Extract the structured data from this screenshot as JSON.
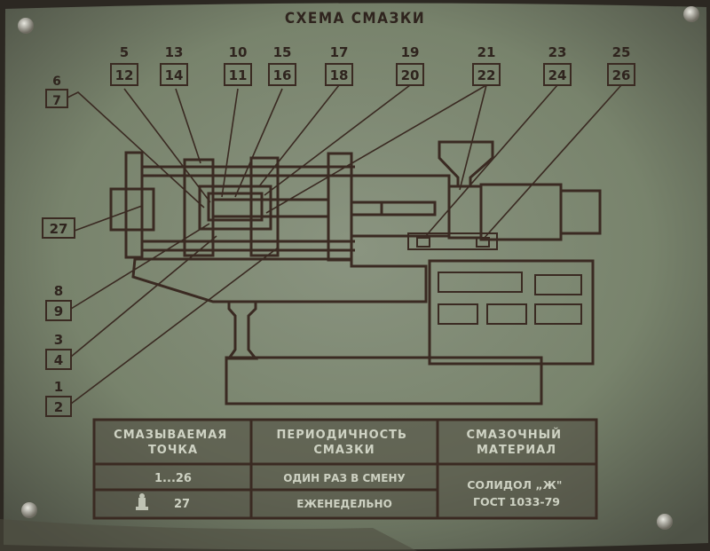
{
  "title": "СХЕМА СМАЗКИ",
  "callouts_top": [
    {
      "top": "5",
      "bottom": "12"
    },
    {
      "top": "13",
      "bottom": "14"
    },
    {
      "top": "10",
      "bottom": "11"
    },
    {
      "top": "15",
      "bottom": "16"
    },
    {
      "top": "17",
      "bottom": "18"
    },
    {
      "top": "19",
      "bottom": "20"
    },
    {
      "top": "21",
      "bottom": "22"
    },
    {
      "top": "23",
      "bottom": "24"
    },
    {
      "top": "25",
      "bottom": "26"
    }
  ],
  "callout_6_7": {
    "top": "6",
    "bottom": "7"
  },
  "callout_27": "27",
  "callouts_left": [
    {
      "top": "8",
      "bottom": "9"
    },
    {
      "top": "3",
      "bottom": "4"
    },
    {
      "top": "1",
      "bottom": "2"
    }
  ],
  "table": {
    "headers": [
      "СМАЗЫВАЕМАЯ ТОЧКА",
      "ПЕРИОДИЧНОСТЬ СМАЗКИ",
      "СМАЗОЧНЫЙ МАТЕРИАЛ"
    ],
    "header_lines": [
      [
        "СМАЗЫВАЕМАЯ",
        "ТОЧКА"
      ],
      [
        "ПЕРИОДИЧНОСТЬ",
        "СМАЗКИ"
      ],
      [
        "СМАЗОЧНЫЙ",
        "МАТЕРИАЛ"
      ]
    ],
    "rows": [
      {
        "point": "1...26",
        "period": "ОДИН РАЗ В СМЕНУ"
      },
      {
        "point": "27",
        "period": "ЕЖЕНЕДЕЛЬНО"
      }
    ],
    "material_lines": [
      "СОЛИДОЛ „Ж\"",
      "ГОСТ 1033-79"
    ]
  },
  "colors": {
    "plate": "#7e8a72",
    "etch": "#3a2a22",
    "table_fill": "#4e4a40"
  }
}
